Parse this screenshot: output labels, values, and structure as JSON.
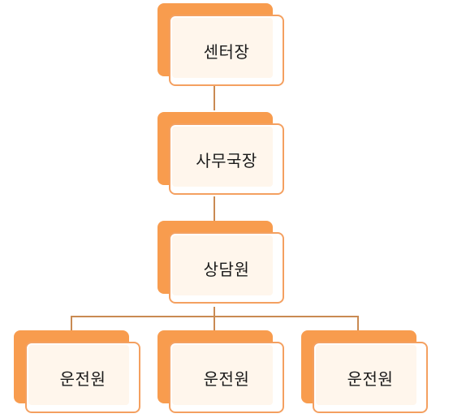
{
  "org_chart": {
    "center_head": "센터장",
    "secretary_general": "사무국장",
    "counselor": "상담원",
    "drivers": [
      "운전원",
      "운전원",
      "운전원"
    ]
  },
  "colors": {
    "box_back": "#f89c4e",
    "box_border": "#f4a060",
    "box_fill": "#fff6ec",
    "connector": "#c98a52"
  }
}
